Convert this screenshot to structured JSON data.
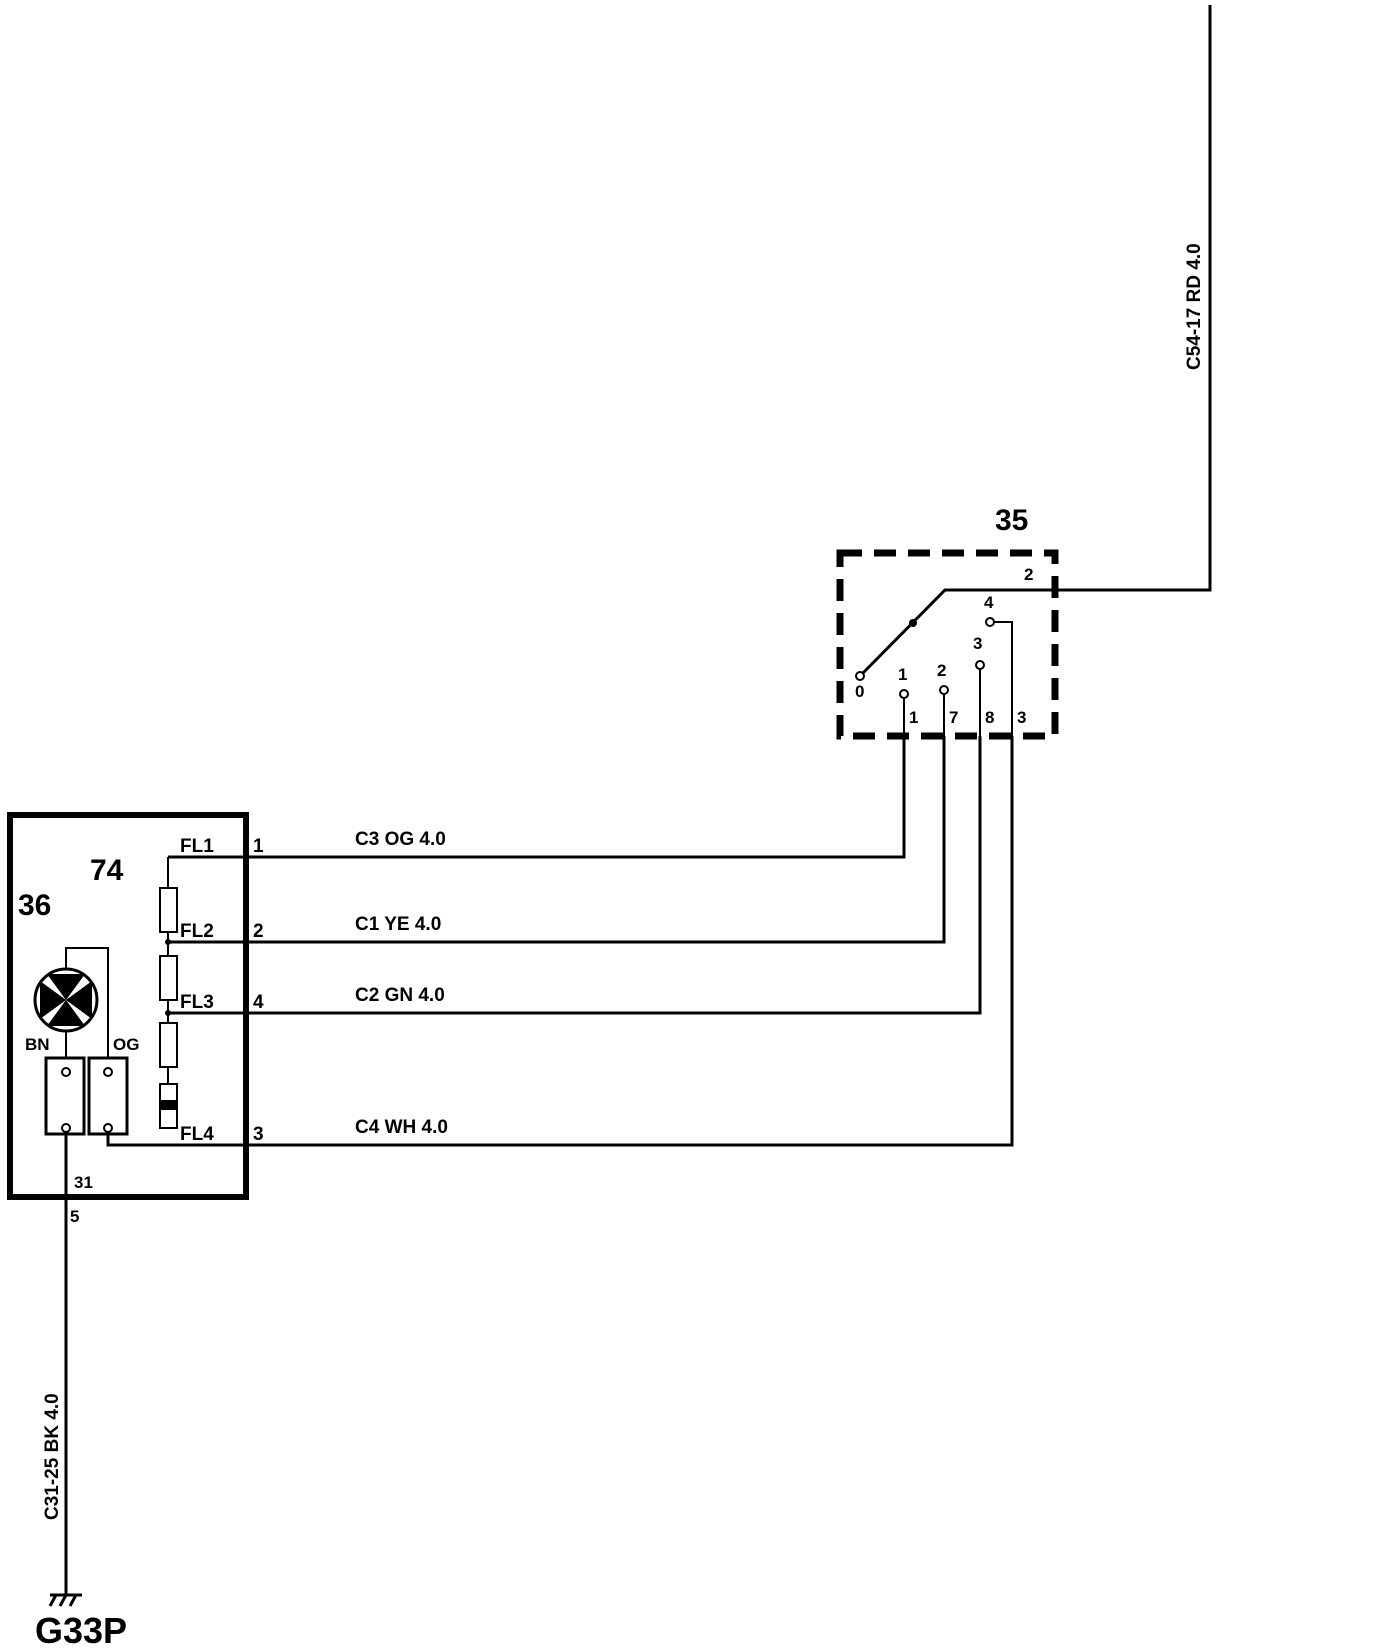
{
  "components": {
    "c35": "35",
    "c74": "74",
    "c36": "36",
    "ground": "G33P"
  },
  "wires": {
    "supply": "C54-17    RD 4.0",
    "w1": "C3  OG 4.0",
    "w2": "C1  YE  4.0",
    "w3": "C2  GN  4.0",
    "w4": "C4  WH 4.0",
    "ground_wire": "C31-25    BK 4.0"
  },
  "switch_pins": {
    "in": "2",
    "p0": "0",
    "p1": "1",
    "p2": "2",
    "p3": "3",
    "p4": "4",
    "o1": "1",
    "o2": "7",
    "o3": "8",
    "o4": "3"
  },
  "resistor_pins": {
    "fl1": "FL1",
    "fl2": "FL2",
    "fl3": "FL3",
    "fl4": "FL4",
    "n1": "1",
    "n2": "2",
    "n3": "4",
    "n4": "3"
  },
  "motor": {
    "bn": "BN",
    "og": "OG",
    "t31": "31",
    "t5": "5"
  }
}
